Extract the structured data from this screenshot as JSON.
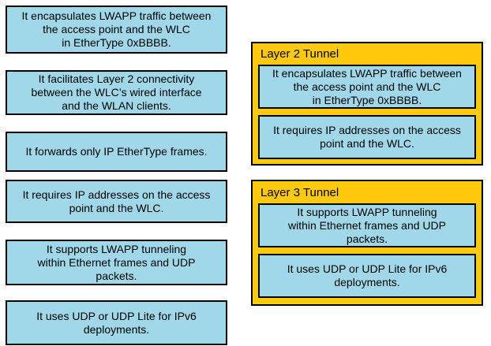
{
  "colors": {
    "page_background": "#ffffff",
    "statement_card_background": "#A0D8EA",
    "statement_card_border": "#000000",
    "tunnel_background": "#FFC90E",
    "tunnel_border": "#000000",
    "text": "#000000"
  },
  "source_items": [
    {
      "text": "It encapsulates LWAPP traffic between\nthe access point and the WLC\nin EtherType 0xBBBB."
    },
    {
      "text": "It facilitates Layer 2 connectivity\nbetween the WLC’s wired interface\nand the WLAN clients."
    },
    {
      "text": "It forwards only IP EtherType frames."
    },
    {
      "text": "It requires IP addresses on the access\npoint and the WLC."
    },
    {
      "text": "It supports LWAPP tunneling\nwithin Ethernet frames and UDP\npackets."
    },
    {
      "text": "It uses UDP or UDP Lite for IPv6\ndeployments."
    }
  ],
  "targets": [
    {
      "title": "Layer 2 Tunnel",
      "items": [
        {
          "text": "It encapsulates LWAPP traffic between\nthe access point and the WLC\nin EtherType 0xBBBB."
        },
        {
          "text": "It requires IP addresses on the access\npoint and the WLC."
        }
      ]
    },
    {
      "title": "Layer 3 Tunnel",
      "items": [
        {
          "text": "It supports LWAPP tunneling\nwithin Ethernet frames and UDP\npackets."
        },
        {
          "text": "It uses UDP or UDP Lite for IPv6\ndeployments."
        }
      ]
    }
  ]
}
